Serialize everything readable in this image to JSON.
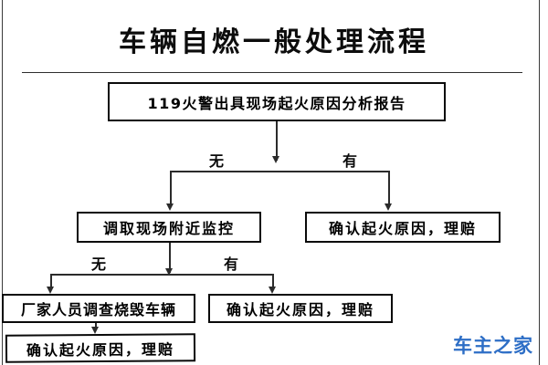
{
  "document": {
    "title": "车辆自燃一般处理流程",
    "watermark": "车主之家",
    "watermark_color": "#2d6ec6",
    "line_color": "#2b2b2b",
    "box_border_color": "#0a0a0a",
    "background": "#ffffff"
  },
  "flowchart": {
    "type": "flowchart",
    "nodes": [
      {
        "id": "root",
        "label": "119火警出具现场起火原因分析报告"
      },
      {
        "id": "monitor",
        "label": "调取现场附近监控"
      },
      {
        "id": "confirm_a",
        "label": "确认起火原因，理赔"
      },
      {
        "id": "factory",
        "label": "厂家人员调查烧毁车辆"
      },
      {
        "id": "confirm_b",
        "label": "确认起火原因，理赔"
      },
      {
        "id": "confirm_c",
        "label": "确认起火原因，理赔"
      }
    ],
    "edges": [
      {
        "from": "root",
        "to": "monitor",
        "label": "无"
      },
      {
        "from": "root",
        "to": "confirm_a",
        "label": "有"
      },
      {
        "from": "monitor",
        "to": "factory",
        "label": "无"
      },
      {
        "from": "monitor",
        "to": "confirm_b",
        "label": "有"
      },
      {
        "from": "factory",
        "to": "confirm_c",
        "label": ""
      }
    ],
    "branch_labels": {
      "level1_left": "无",
      "level1_right": "有",
      "level2_left": "无",
      "level2_right": "有"
    }
  }
}
